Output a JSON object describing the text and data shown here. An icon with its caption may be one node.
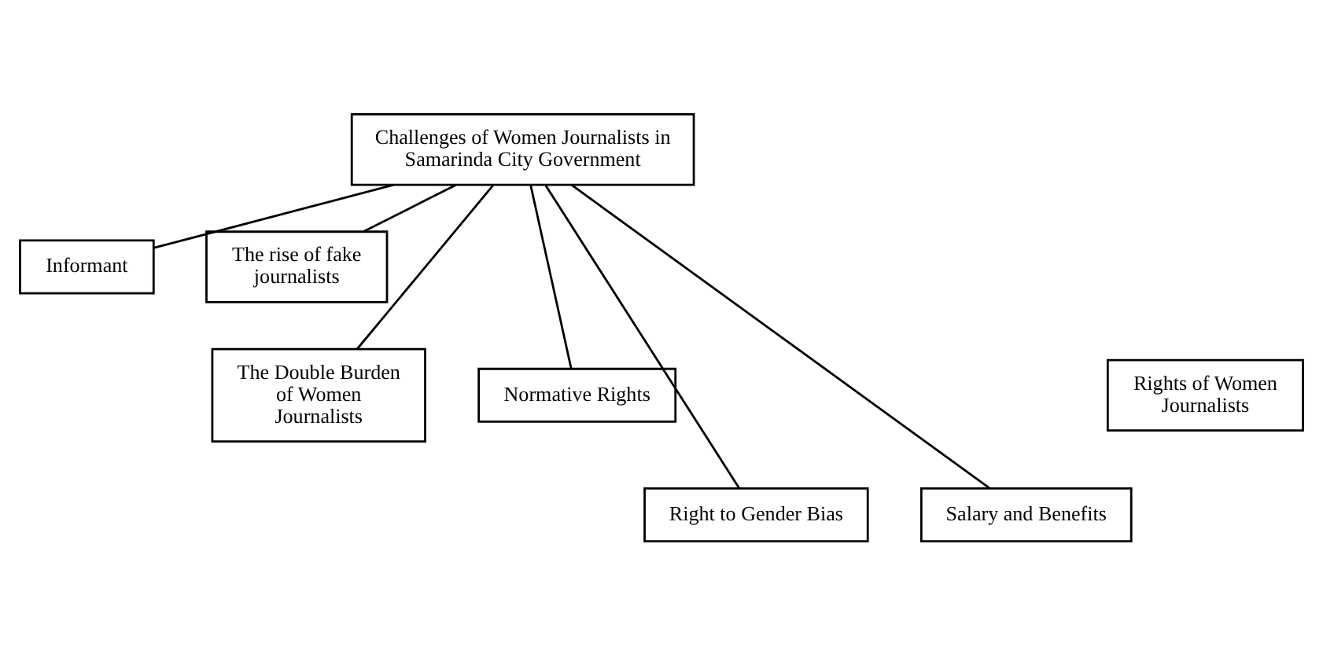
{
  "diagram": {
    "nodes": [
      {
        "text": [
          "Challenges of Women Journalists in Samarinda City Government"
        ]
      },
      {
        "text": [
          "Informant"
        ]
      },
      {
        "text": [
          "The rise of fake journalists"
        ]
      },
      {
        "text": [
          "The Double Burden of Women Journalists"
        ]
      },
      {
        "text": [
          "Rights of Women Journalists"
        ]
      },
      {
        "text": [
          "Normative Rights"
        ]
      },
      {
        "text": [
          "Right to Gender Bias"
        ]
      },
      {
        "text": [
          "Salary and Benefits"
        ]
      }
    ],
    "edges": [
      {
        "from": 0,
        "to": 1,
        "arrow": "none"
      },
      {
        "from": 0,
        "to": 2,
        "arrow": "none"
      },
      {
        "from": 0,
        "to": 3,
        "arrow": "none"
      },
      {
        "from": 0,
        "to": 5,
        "arrow": "none"
      },
      {
        "from": 0,
        "to": 6,
        "arrow": "none"
      },
      {
        "from": 0,
        "to": 7,
        "arrow": "none"
      }
    ]
  }
}
